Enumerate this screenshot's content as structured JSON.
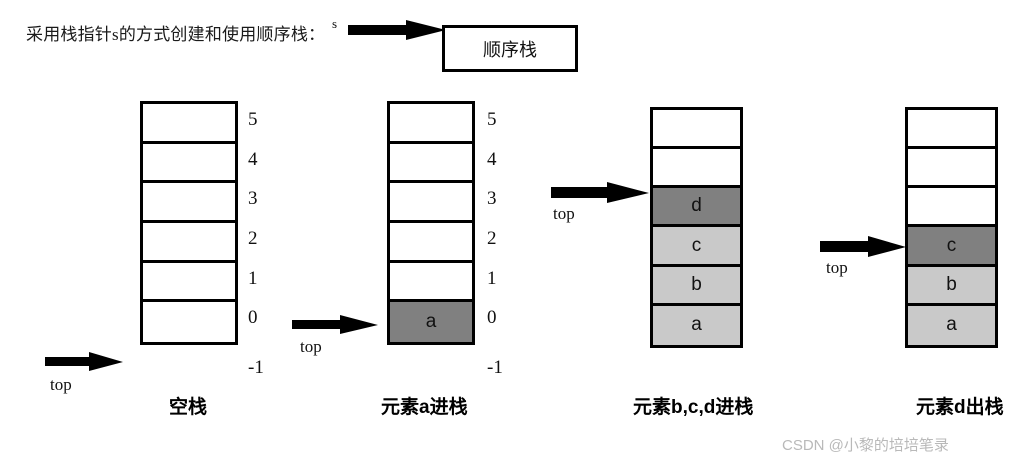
{
  "header": {
    "description": "采用栈指针s的方式创建和使用顺序栈：",
    "pointer_label": "s",
    "box_label": "顺序栈"
  },
  "colors": {
    "stroke": "#000000",
    "empty_cell": "#ffffff",
    "light_cell": "#c9c9c9",
    "dark_cell": "#808080",
    "watermark": "#b9b9b9"
  },
  "top_label": "top",
  "indices": [
    "5",
    "4",
    "3",
    "2",
    "1",
    "0",
    "-1"
  ],
  "stacks": [
    {
      "id": "empty-stack",
      "caption": "空栈",
      "capacity": 6,
      "show_indices": true,
      "top_index": "-1",
      "cells": [
        {
          "value": "",
          "fill": "empty"
        },
        {
          "value": "",
          "fill": "empty"
        },
        {
          "value": "",
          "fill": "empty"
        },
        {
          "value": "",
          "fill": "empty"
        },
        {
          "value": "",
          "fill": "empty"
        },
        {
          "value": "",
          "fill": "empty"
        }
      ]
    },
    {
      "id": "push-a-stack",
      "caption": "元素a进栈",
      "capacity": 6,
      "show_indices": true,
      "top_index": "0",
      "cells": [
        {
          "value": "",
          "fill": "empty"
        },
        {
          "value": "",
          "fill": "empty"
        },
        {
          "value": "",
          "fill": "empty"
        },
        {
          "value": "",
          "fill": "empty"
        },
        {
          "value": "",
          "fill": "empty"
        },
        {
          "value": "a",
          "fill": "dark"
        }
      ]
    },
    {
      "id": "push-bcd-stack",
      "caption": "元素b,c,d进栈",
      "capacity": 6,
      "show_indices": false,
      "top_index": "3",
      "cells": [
        {
          "value": "",
          "fill": "empty"
        },
        {
          "value": "",
          "fill": "empty"
        },
        {
          "value": "d",
          "fill": "dark"
        },
        {
          "value": "c",
          "fill": "light"
        },
        {
          "value": "b",
          "fill": "light"
        },
        {
          "value": "a",
          "fill": "light"
        }
      ]
    },
    {
      "id": "pop-d-stack",
      "caption": "元素d出栈",
      "capacity": 6,
      "show_indices": false,
      "top_index": "2",
      "cells": [
        {
          "value": "",
          "fill": "empty"
        },
        {
          "value": "",
          "fill": "empty"
        },
        {
          "value": "",
          "fill": "empty"
        },
        {
          "value": "c",
          "fill": "dark"
        },
        {
          "value": "b",
          "fill": "light"
        },
        {
          "value": "a",
          "fill": "light"
        }
      ]
    }
  ],
  "watermark": "CSDN @小黎的培培笔录"
}
